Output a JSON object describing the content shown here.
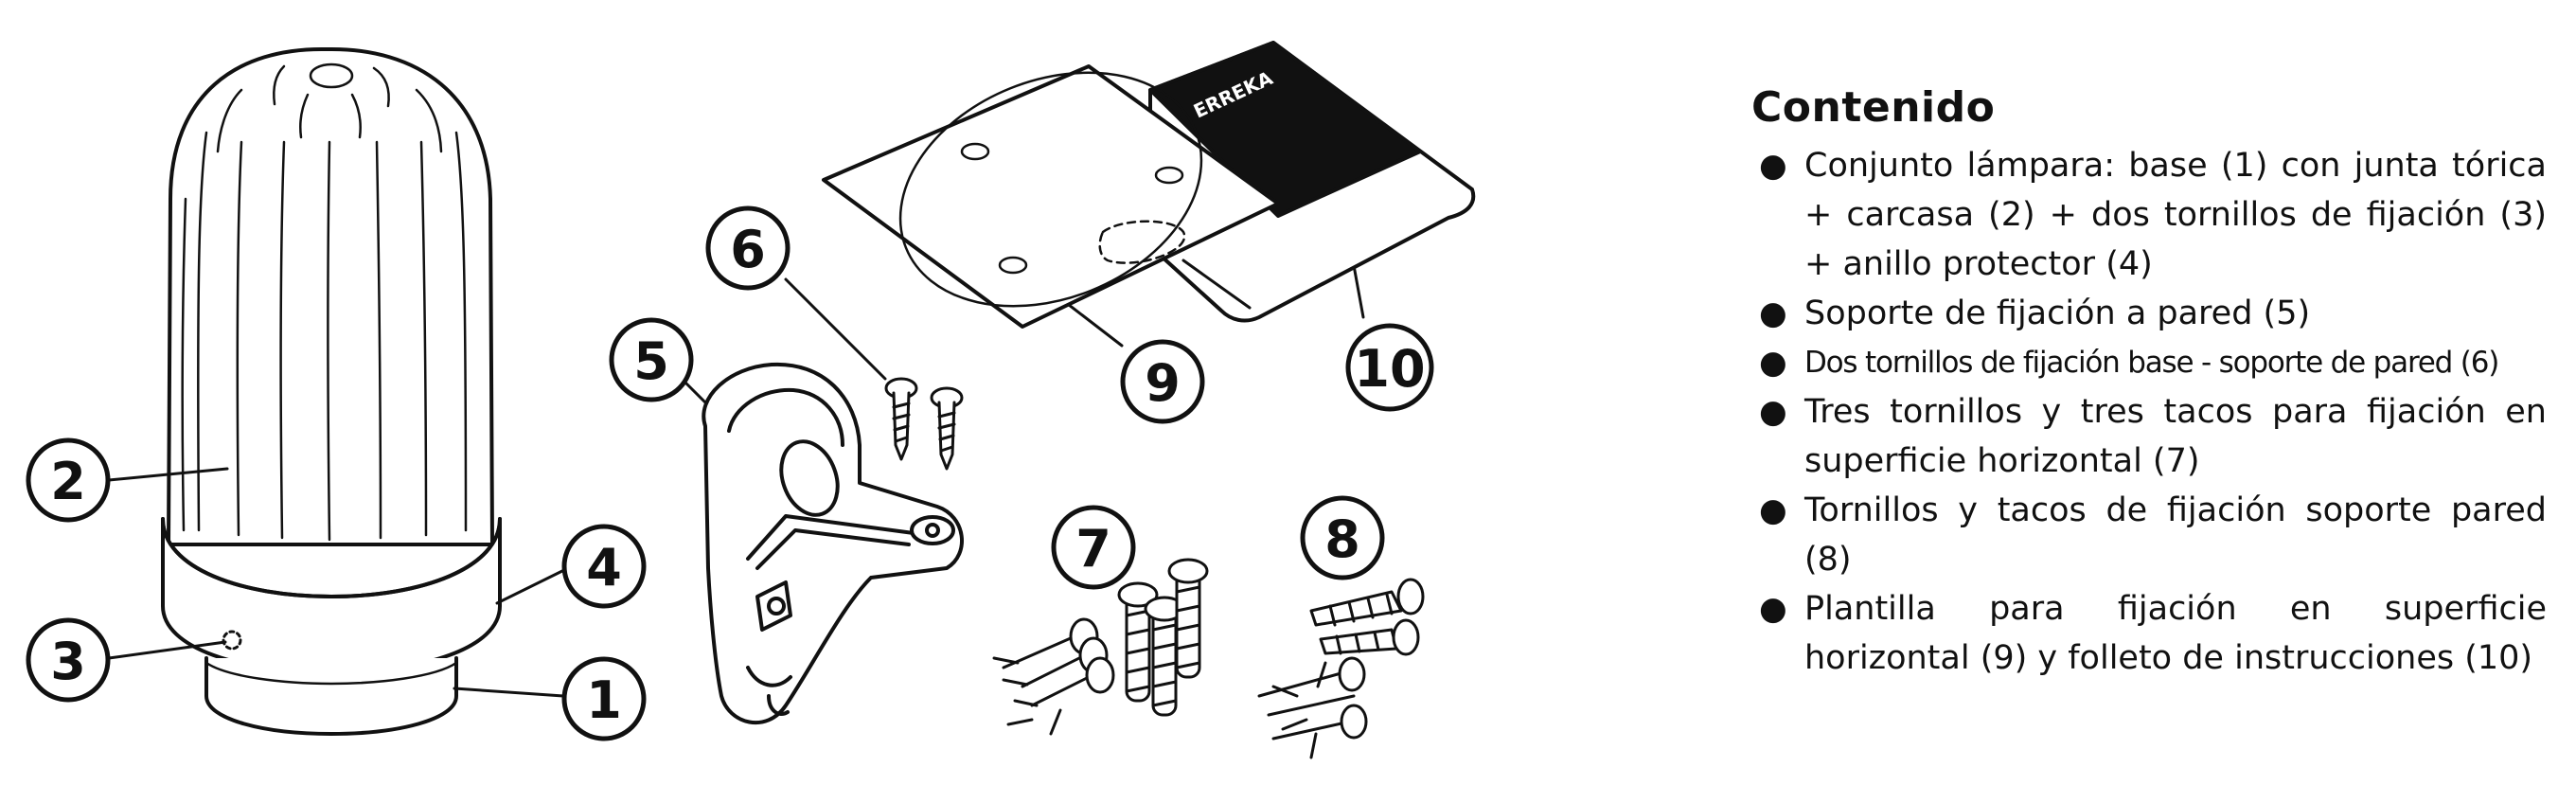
{
  "illustration": {
    "callouts": [
      "1",
      "2",
      "3",
      "4",
      "5",
      "6",
      "7",
      "8",
      "9",
      "10"
    ],
    "folleto_logo": "ERREKA"
  },
  "content": {
    "title": "Contenido",
    "items": [
      "Conjunto lámpara: base (1) con junta tórica + carcasa (2) + dos tornillos de fijación (3) + anillo protector (4)",
      "Soporte de fijación a pared (5)",
      "Dos tornillos de fijación base - soporte de pared (6)",
      "Tres tornillos y tres tacos para fijación en superficie horizontal (7)",
      "Tornillos y tacos de fijación soporte pared (8)",
      "Plantilla para fijación en superficie horizontal (9) y folleto de instrucciones (10)"
    ]
  }
}
